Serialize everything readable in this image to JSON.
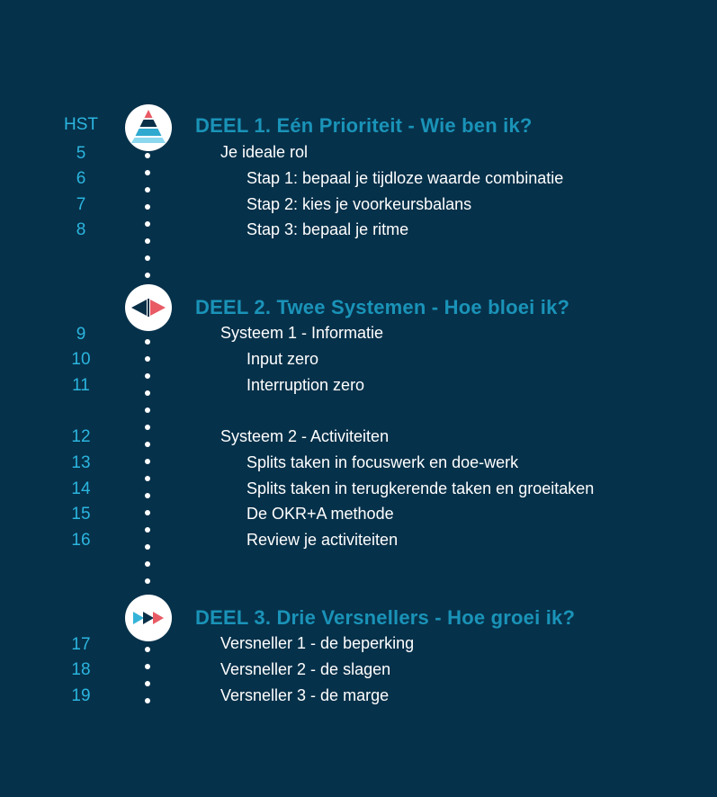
{
  "header": {
    "hst_label": "HST"
  },
  "sections": [
    {
      "title": "DEEL 1. Eén Prioriteit - Wie ben ik?",
      "icon": "pyramid-icon",
      "items": [
        {
          "num": "5",
          "text": "Je ideale rol"
        },
        {
          "num": "6",
          "text": "Stap 1: bepaal je tijdloze waarde combinatie"
        },
        {
          "num": "7",
          "text": "Stap 2: kies je voorkeursbalans"
        },
        {
          "num": "8",
          "text": "Stap 3: bepaal je ritme"
        }
      ]
    },
    {
      "title": "DEEL 2. Twee Systemen - Hoe bloei ik?",
      "icon": "two-arrows-icon",
      "items": [
        {
          "num": "9",
          "text": "Systeem 1 - Informatie"
        },
        {
          "num": "10",
          "text": "Input zero"
        },
        {
          "num": "11",
          "text": "Interruption zero"
        },
        {
          "num": "12",
          "text": "Systeem 2 - Activiteiten"
        },
        {
          "num": "13",
          "text": "Splits taken in focuswerk en doe-werk"
        },
        {
          "num": "14",
          "text": "Splits taken in terugkerende taken en groeitaken"
        },
        {
          "num": "15",
          "text": "De OKR+A methode"
        },
        {
          "num": "16",
          "text": "Review je activiteiten"
        }
      ]
    },
    {
      "title": "DEEL 3. Drie Versnellers - Hoe groei ik?",
      "icon": "three-arrows-icon",
      "items": [
        {
          "num": "17",
          "text": "Versneller 1 - de beperking"
        },
        {
          "num": "18",
          "text": "Versneller 2 - de slagen"
        },
        {
          "num": "19",
          "text": "Versneller 3 - de marge"
        }
      ]
    }
  ],
  "colors": {
    "background": "#06314a",
    "section_title": "#1a93b8",
    "chapter_number": "#2bb5df",
    "accent_red": "#e85a64",
    "accent_cyan": "#34b3d8"
  }
}
